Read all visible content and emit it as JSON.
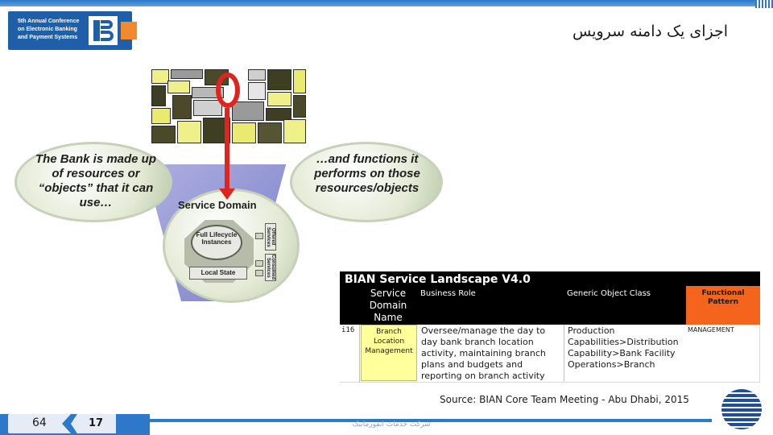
{
  "header": {
    "conference_lines": [
      "5th Annual Conference",
      "on Electronic Banking",
      "and Payment Systems"
    ],
    "slide_title": "اجزای یک دامنه سرویس"
  },
  "diagram": {
    "left_bubble": "The Bank is made up of resources or “objects” that it can use…",
    "right_bubble": "…and functions it performs on those resources/objects",
    "service_domain_title": "Service Domain",
    "lifecycle_label": "Full Lifecycle Instances",
    "local_state_label": "Local State",
    "offered_label": "Offered Services",
    "consumed_label": "Consumed Services"
  },
  "bian_table": {
    "title": "BIAN Service Landscape V4.0",
    "col_service_domain": "Service Domain Name",
    "col_business_role": "Business Role",
    "col_object_class": "Generic Object Class",
    "col_functional_pattern": "Functional Pattern",
    "row_id": "i16",
    "row_service_domain": "Branch Location Management",
    "row_business_role": "Oversee/manage the day to day bank branch location activity, maintaining branch plans and budgets and reporting on branch activity",
    "row_object_class": "Production Capabilities>Distribution Capability>Bank Facility Operations>Branch",
    "row_functional_pattern": "MANAGEMENT"
  },
  "source": {
    "label": "Source:",
    "text": "BIAN Core Team Meeting - Abu Dhabi, 2015"
  },
  "footer": {
    "slide_number": "64",
    "total_slides": "17",
    "company": "شرکت خدمات انفورماتیک"
  },
  "colors": {
    "brand_blue": "#2d78c8",
    "accent_orange": "#f08a2c",
    "pointer_red": "#e0241c",
    "functional_pattern_orange": "#f4641c",
    "service_domain_yellow": "#ffff9b"
  },
  "icons": {
    "conference_logo": "bank-b-logo-icon",
    "org_logo": "globe-logo-icon"
  }
}
